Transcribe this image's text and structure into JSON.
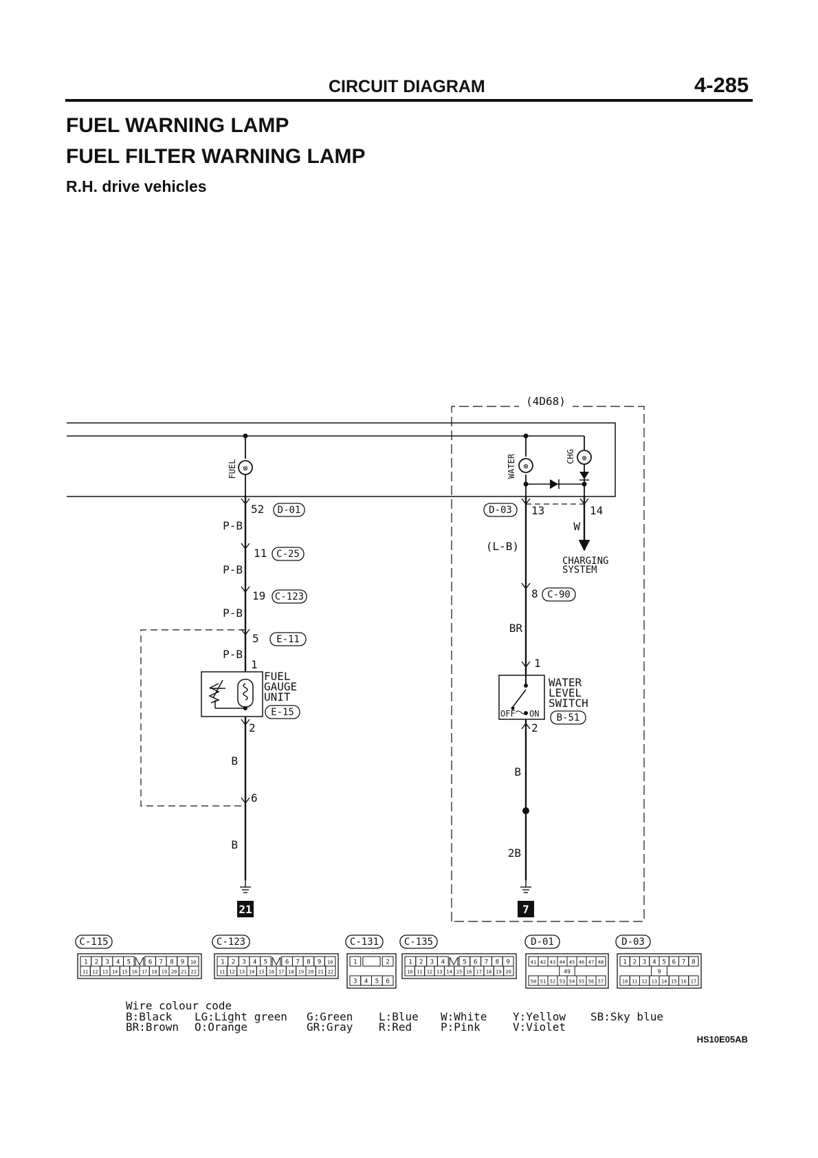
{
  "header": {
    "section_title": "CIRCUIT DIAGRAM",
    "page_number": "4-285",
    "title_1": "FUEL WARNING LAMP",
    "title_2": "FUEL FILTER WARNING LAMP",
    "subtitle": "R.H. drive vehicles"
  },
  "diagram": {
    "engine_box_label": "(4D68)",
    "lamps": {
      "fuel": "FUEL",
      "water": "WATER",
      "chg": "CHG"
    },
    "left_circuit": {
      "pins": {
        "p52": "52",
        "p11": "11",
        "p19": "19",
        "p5": "5",
        "p1": "1",
        "p2": "2",
        "p6": "6"
      },
      "connectors": {
        "d01": "D-01",
        "c25": "C-25",
        "c123": "C-123",
        "e11": "E-11",
        "e15": "E-15"
      },
      "wires": {
        "w1": "P-B",
        "w2": "P-B",
        "w3": "P-B",
        "w4": "P-B",
        "w5": "B",
        "w6": "B"
      },
      "component": {
        "line1": "FUEL",
        "line2": "GAUGE",
        "line3": "UNIT"
      },
      "ground_label": "21"
    },
    "right_circuit": {
      "pins": {
        "p13": "13",
        "p14": "14",
        "p8": "8",
        "p1": "1",
        "p2": "2"
      },
      "connectors": {
        "d03": "D-03",
        "c90": "C-90",
        "b51": "B-51"
      },
      "wires": {
        "lb": "(L-B)",
        "w": "W",
        "br": "BR",
        "b": "B",
        "b2": "2B"
      },
      "charging": {
        "line1": "CHARGING",
        "line2": "SYSTEM"
      },
      "component": {
        "line1": "WATER",
        "line2": "LEVEL",
        "line3": "SWITCH"
      },
      "switch_off": "OFF",
      "switch_on": "ON",
      "ground_label": "7"
    }
  },
  "connector_views": {
    "c115": {
      "label": "C-115",
      "top": [
        "1",
        "2",
        "3",
        "4",
        "5",
        "6",
        "7",
        "8",
        "9",
        "10"
      ],
      "bottom": [
        "11",
        "12",
        "13",
        "14",
        "15",
        "16",
        "17",
        "18",
        "19",
        "20",
        "21",
        "22"
      ]
    },
    "c123": {
      "label": "C-123",
      "top": [
        "1",
        "2",
        "3",
        "4",
        "5",
        "6",
        "7",
        "8",
        "9",
        "10"
      ],
      "bottom": [
        "11",
        "12",
        "13",
        "14",
        "15",
        "16",
        "17",
        "18",
        "19",
        "20",
        "21",
        "22"
      ]
    },
    "c131": {
      "label": "C-131",
      "top": [
        "1",
        "2"
      ],
      "bottom": [
        "3",
        "4",
        "5",
        "6"
      ]
    },
    "c135": {
      "label": "C-135",
      "top": [
        "1",
        "2",
        "3",
        "4",
        "5",
        "6",
        "7",
        "8",
        "9"
      ],
      "bottom": [
        "10",
        "11",
        "12",
        "13",
        "14",
        "15",
        "16",
        "17",
        "18",
        "19",
        "20"
      ]
    },
    "d01": {
      "label": "D-01",
      "top": [
        "41",
        "42",
        "43",
        "44",
        "45",
        "46",
        "47",
        "48"
      ],
      "mid": "49",
      "bottom": [
        "50",
        "51",
        "52",
        "53",
        "54",
        "55",
        "56",
        "57"
      ]
    },
    "d03": {
      "label": "D-03",
      "top": [
        "1",
        "2",
        "3",
        "4",
        "5",
        "6",
        "7",
        "8"
      ],
      "mid": "9",
      "bottom": [
        "10",
        "11",
        "12",
        "13",
        "14",
        "15",
        "16",
        "17"
      ]
    }
  },
  "legend": {
    "title": "Wire colour code",
    "entries": [
      {
        "code": "B",
        "name": "Black"
      },
      {
        "code": "BR",
        "name": "Brown"
      },
      {
        "code": "LG",
        "name": "Light green"
      },
      {
        "code": "O",
        "name": "Orange"
      },
      {
        "code": "G",
        "name": "Green"
      },
      {
        "code": "GR",
        "name": "Gray"
      },
      {
        "code": "L",
        "name": "Blue"
      },
      {
        "code": "R",
        "name": "Red"
      },
      {
        "code": "W",
        "name": "White"
      },
      {
        "code": "P",
        "name": "Pink"
      },
      {
        "code": "Y",
        "name": "Yellow"
      },
      {
        "code": "V",
        "name": "Violet"
      },
      {
        "code": "SB",
        "name": "Sky blue"
      }
    ]
  },
  "footer": {
    "doc_code": "HS10E05AB"
  }
}
